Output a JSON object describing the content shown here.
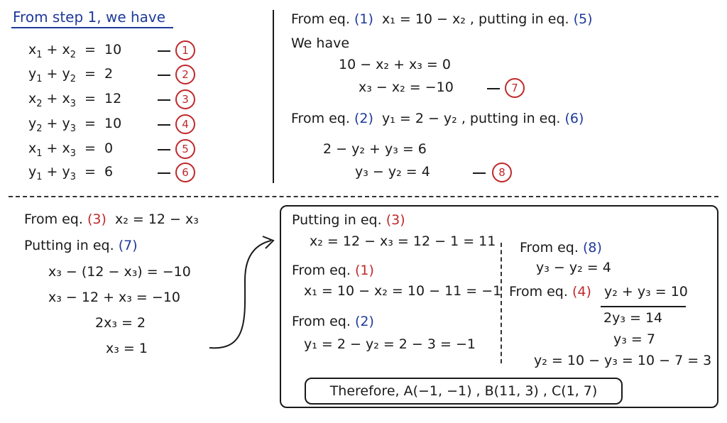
{
  "step1": {
    "title": "From step 1, we have",
    "equations": [
      {
        "lhs_a": "x",
        "sub_a": "1",
        "lhs_b": "x",
        "sub_b": "2",
        "rhs": "10",
        "num": "1"
      },
      {
        "lhs_a": "y",
        "sub_a": "1",
        "lhs_b": "y",
        "sub_b": "2",
        "rhs": "2",
        "num": "2"
      },
      {
        "lhs_a": "x",
        "sub_a": "2",
        "lhs_b": "x",
        "sub_b": "3",
        "rhs": "12",
        "num": "3"
      },
      {
        "lhs_a": "y",
        "sub_a": "2",
        "lhs_b": "y",
        "sub_b": "3",
        "rhs": "10",
        "num": "4"
      },
      {
        "lhs_a": "x",
        "sub_a": "1",
        "lhs_b": "x",
        "sub_b": "3",
        "rhs": "0",
        "num": "5"
      },
      {
        "lhs_a": "y",
        "sub_a": "1",
        "lhs_b": "y",
        "sub_b": "3",
        "rhs": "6",
        "num": "6"
      }
    ]
  },
  "topright": {
    "l1_a": "From eq.",
    "l1_ref1": "(1)",
    "l1_b": "x₁ = 10 − x₂ , putting in eq.",
    "l1_ref2": "(5)",
    "l2": "We have",
    "l3": "10 − x₂ + x₃ = 0",
    "l4": "x₃ − x₂ = −10",
    "l4_num": "7",
    "l5_a": "From eq.",
    "l5_ref1": "(2)",
    "l5_b": "y₁ = 2 − y₂ , putting in eq.",
    "l5_ref2": "(6)",
    "l6": "2 − y₂ + y₃ = 6",
    "l7": "y₃ − y₂ = 4",
    "l7_num": "8"
  },
  "bottomleft": {
    "l1_a": "From eq.",
    "l1_ref": "(3)",
    "l1_b": "x₂ = 12 − x₃",
    "l2_a": "Putting in eq.",
    "l2_ref": "(7)",
    "l3": "x₃ − (12 − x₃) = −10",
    "l4": "x₃ − 12 + x₃ = −10",
    "l5": "2x₃ = 2",
    "l6": "x₃ = 1"
  },
  "box": {
    "p1_a": "Putting in eq.",
    "p1_ref": "(3)",
    "p2": "x₂ = 12 − x₃ = 12 − 1 = 11",
    "p3_a": "From eq.",
    "p3_ref": "(1)",
    "p4": "x₁ = 10 − x₂ = 10 − 11 = −1",
    "p5_a": "From eq.",
    "p5_ref": "(2)",
    "p6": "y₁ = 2 − y₂ = 2 − 3 = −1",
    "q1_a": "From eq.",
    "q1_ref": "(8)",
    "q2": "y₃ − y₂ = 4",
    "q3_a": "From eq.",
    "q3_ref": "(4)",
    "q3_b": "y₂ + y₃ = 10",
    "q4": "2y₃ = 14",
    "q5": "y₃ = 7",
    "q6": "y₂ = 10 − y₃ = 10 − 7 = 3",
    "final": "Therefore,  A(−1, −1) ,  B(11, 3) ,  C(1, 7)"
  }
}
